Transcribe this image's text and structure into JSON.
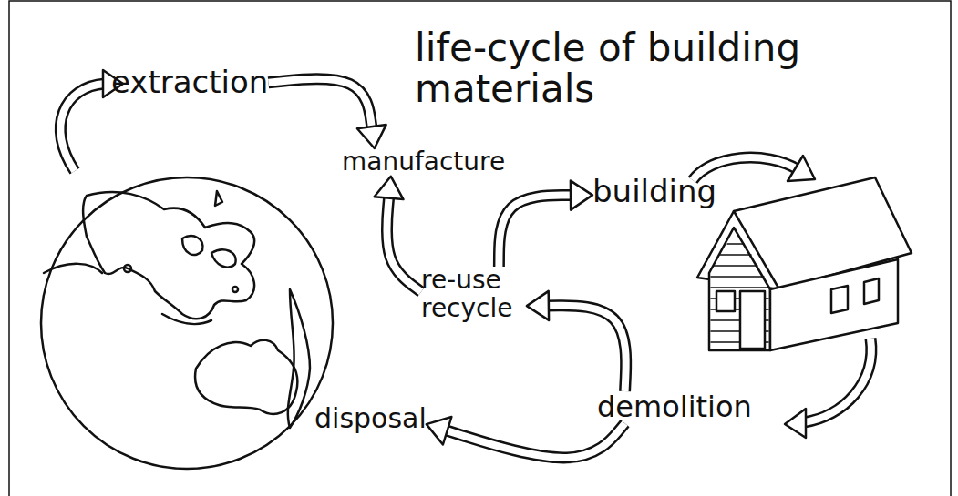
{
  "diagram": {
    "title": "life-cycle of building materials",
    "nodes": [
      {
        "text": [
          "extraction"
        ]
      },
      {
        "text": [
          "manufacture"
        ]
      },
      {
        "text": [
          "building"
        ]
      },
      {
        "text": [
          "re-use recycle"
        ]
      },
      {
        "text": [
          "demolition"
        ]
      },
      {
        "text": [
          "disposal"
        ]
      }
    ],
    "edges": [
      {
        "from": 0,
        "to": 1,
        "arrow": "to"
      },
      {
        "from": 3,
        "to": 1,
        "arrow": "to"
      },
      {
        "from": 3,
        "to": 2,
        "arrow": "to"
      },
      {
        "from": 4,
        "to": 3,
        "arrow": "to"
      },
      {
        "from": 4,
        "to": 5,
        "arrow": "to"
      }
    ]
  }
}
